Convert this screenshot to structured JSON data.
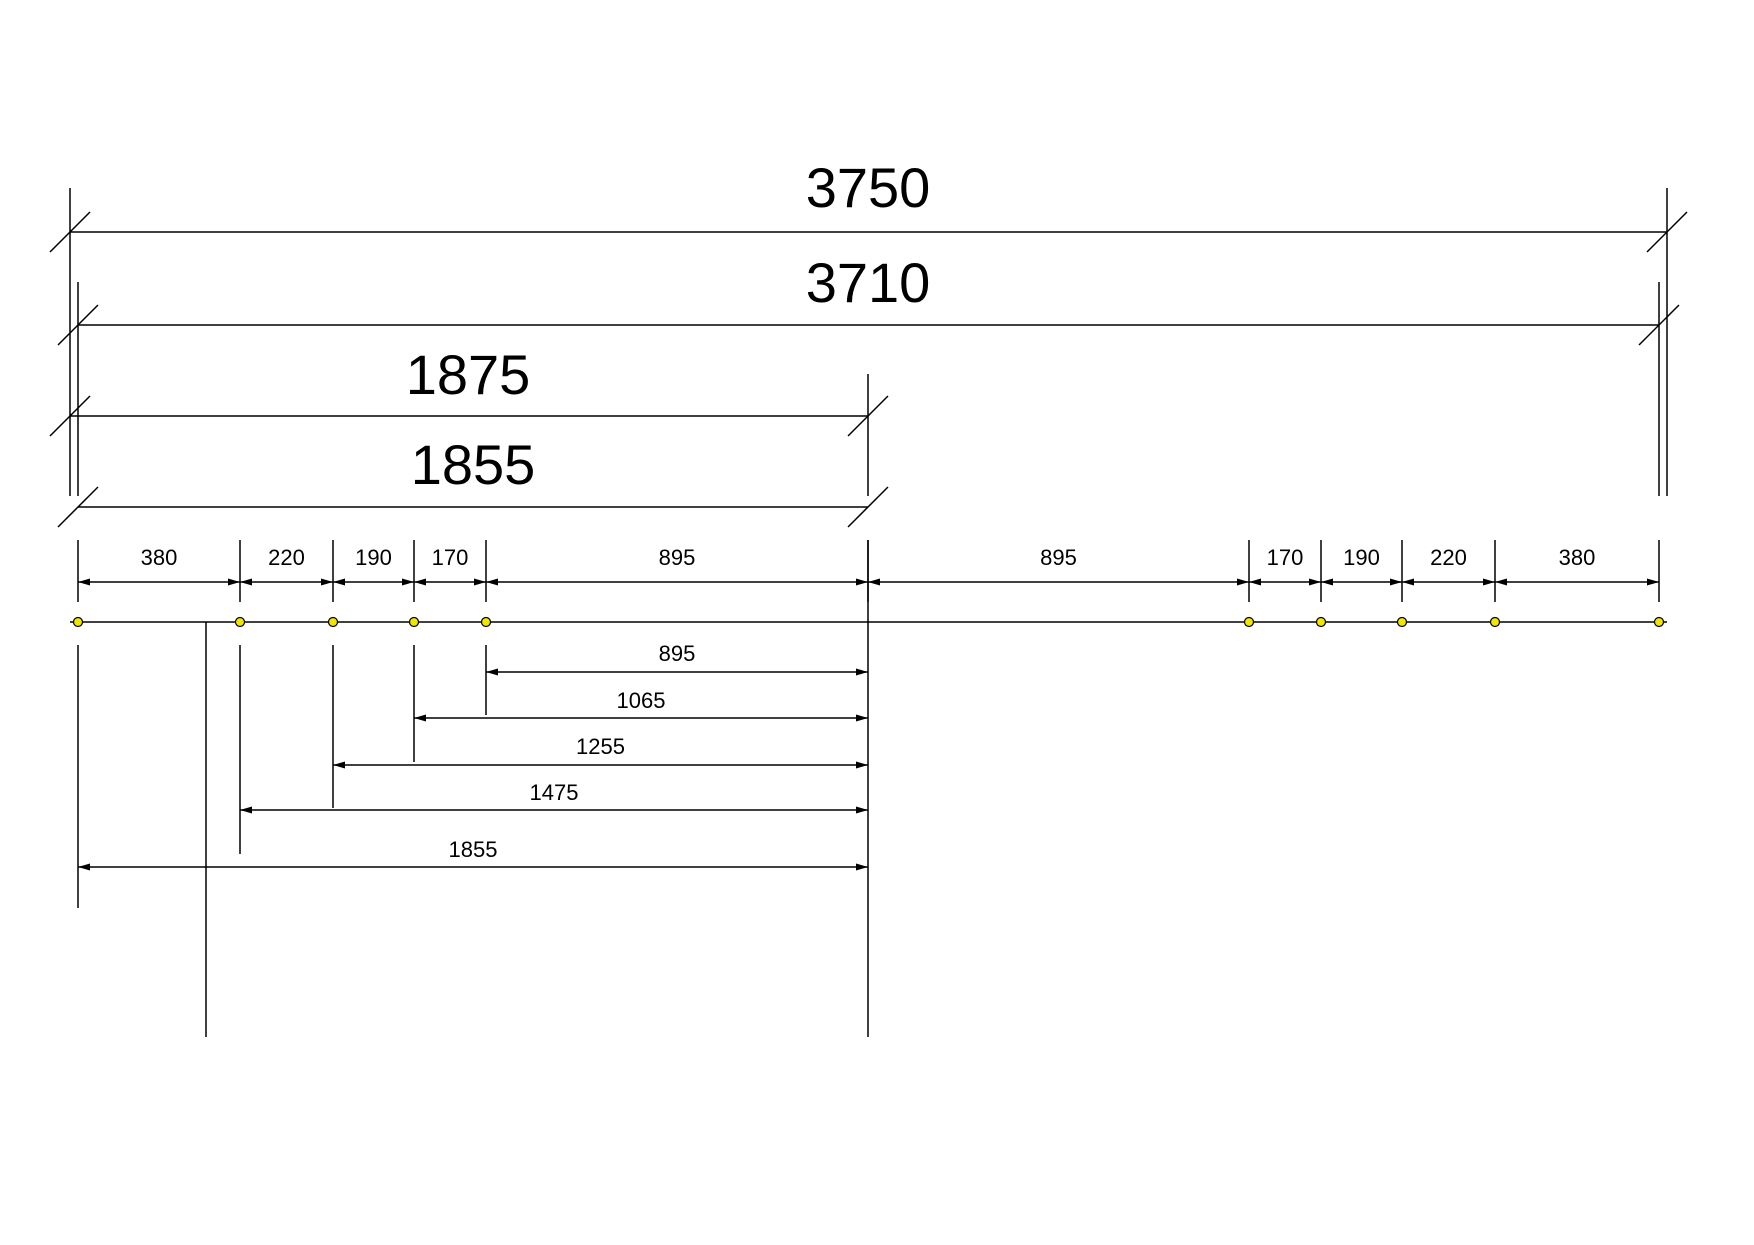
{
  "drawing": {
    "overall_dimensions": [
      {
        "label": "3750"
      },
      {
        "label": "3710"
      },
      {
        "label": "1875"
      },
      {
        "label": "1855"
      }
    ],
    "chain_dimensions": [
      "380",
      "220",
      "190",
      "170",
      "895",
      "895",
      "170",
      "190",
      "220",
      "380"
    ],
    "baseline_dimensions": [
      "895",
      "1065",
      "1255",
      "1475",
      "1855"
    ],
    "colors": {
      "line": "#000000",
      "node_fill": "#f2e600",
      "background": "#ffffff"
    }
  }
}
